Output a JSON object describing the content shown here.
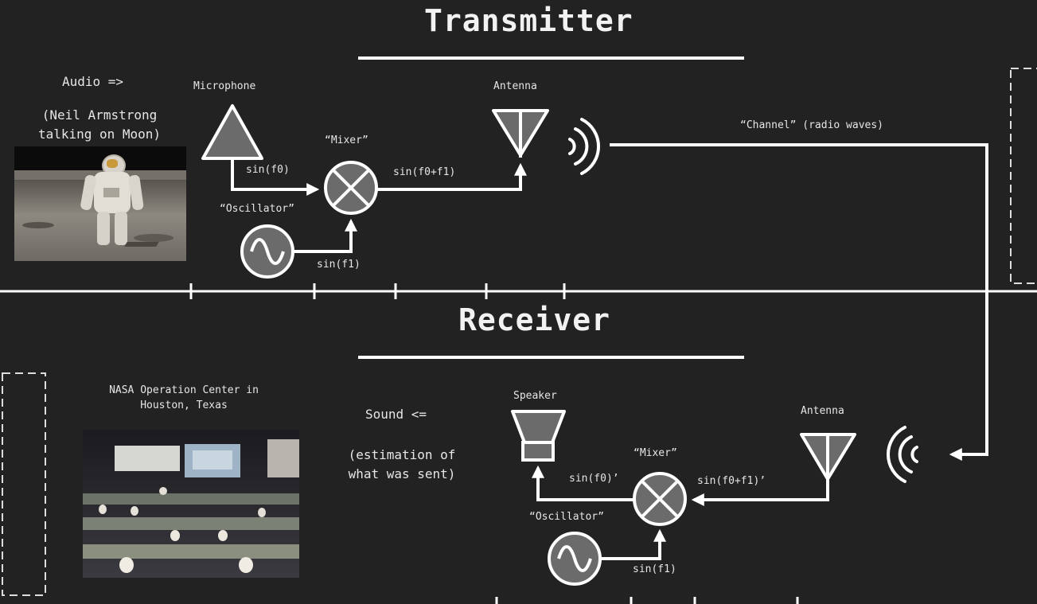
{
  "transmitter": {
    "title": "Transmitter",
    "audio_label": "Audio =>",
    "audio_caption_line1": "(Neil Armstrong",
    "audio_caption_line2": "talking on Moon)",
    "microphone_label": "Microphone",
    "mixer_label": "“Mixer”",
    "oscillator_label": "“Oscillator”",
    "antenna_label": "Antenna",
    "signal_audio": "sin(f0)",
    "signal_osc": "sin(f1)",
    "signal_mixed": "sin(f0+f1)"
  },
  "channel": {
    "label": "“Channel” (radio waves)"
  },
  "receiver": {
    "title": "Receiver",
    "nasa_caption_line1": "NASA Operation Center in",
    "nasa_caption_line2": "Houston, Texas",
    "sound_label": "Sound <=",
    "sound_caption_line1": "(estimation of",
    "sound_caption_line2": "what was sent)",
    "speaker_label": "Speaker",
    "mixer_label": "“Mixer”",
    "oscillator_label": "“Oscillator”",
    "antenna_label": "Antenna",
    "signal_out": "sin(f0)’",
    "signal_in": "sin(f0+f1)’",
    "signal_osc": "sin(f1)"
  },
  "colors": {
    "background": "#222222",
    "stroke": "#ffffff",
    "component_fill": "#6b6b6b",
    "text": "#e6e6e6"
  }
}
